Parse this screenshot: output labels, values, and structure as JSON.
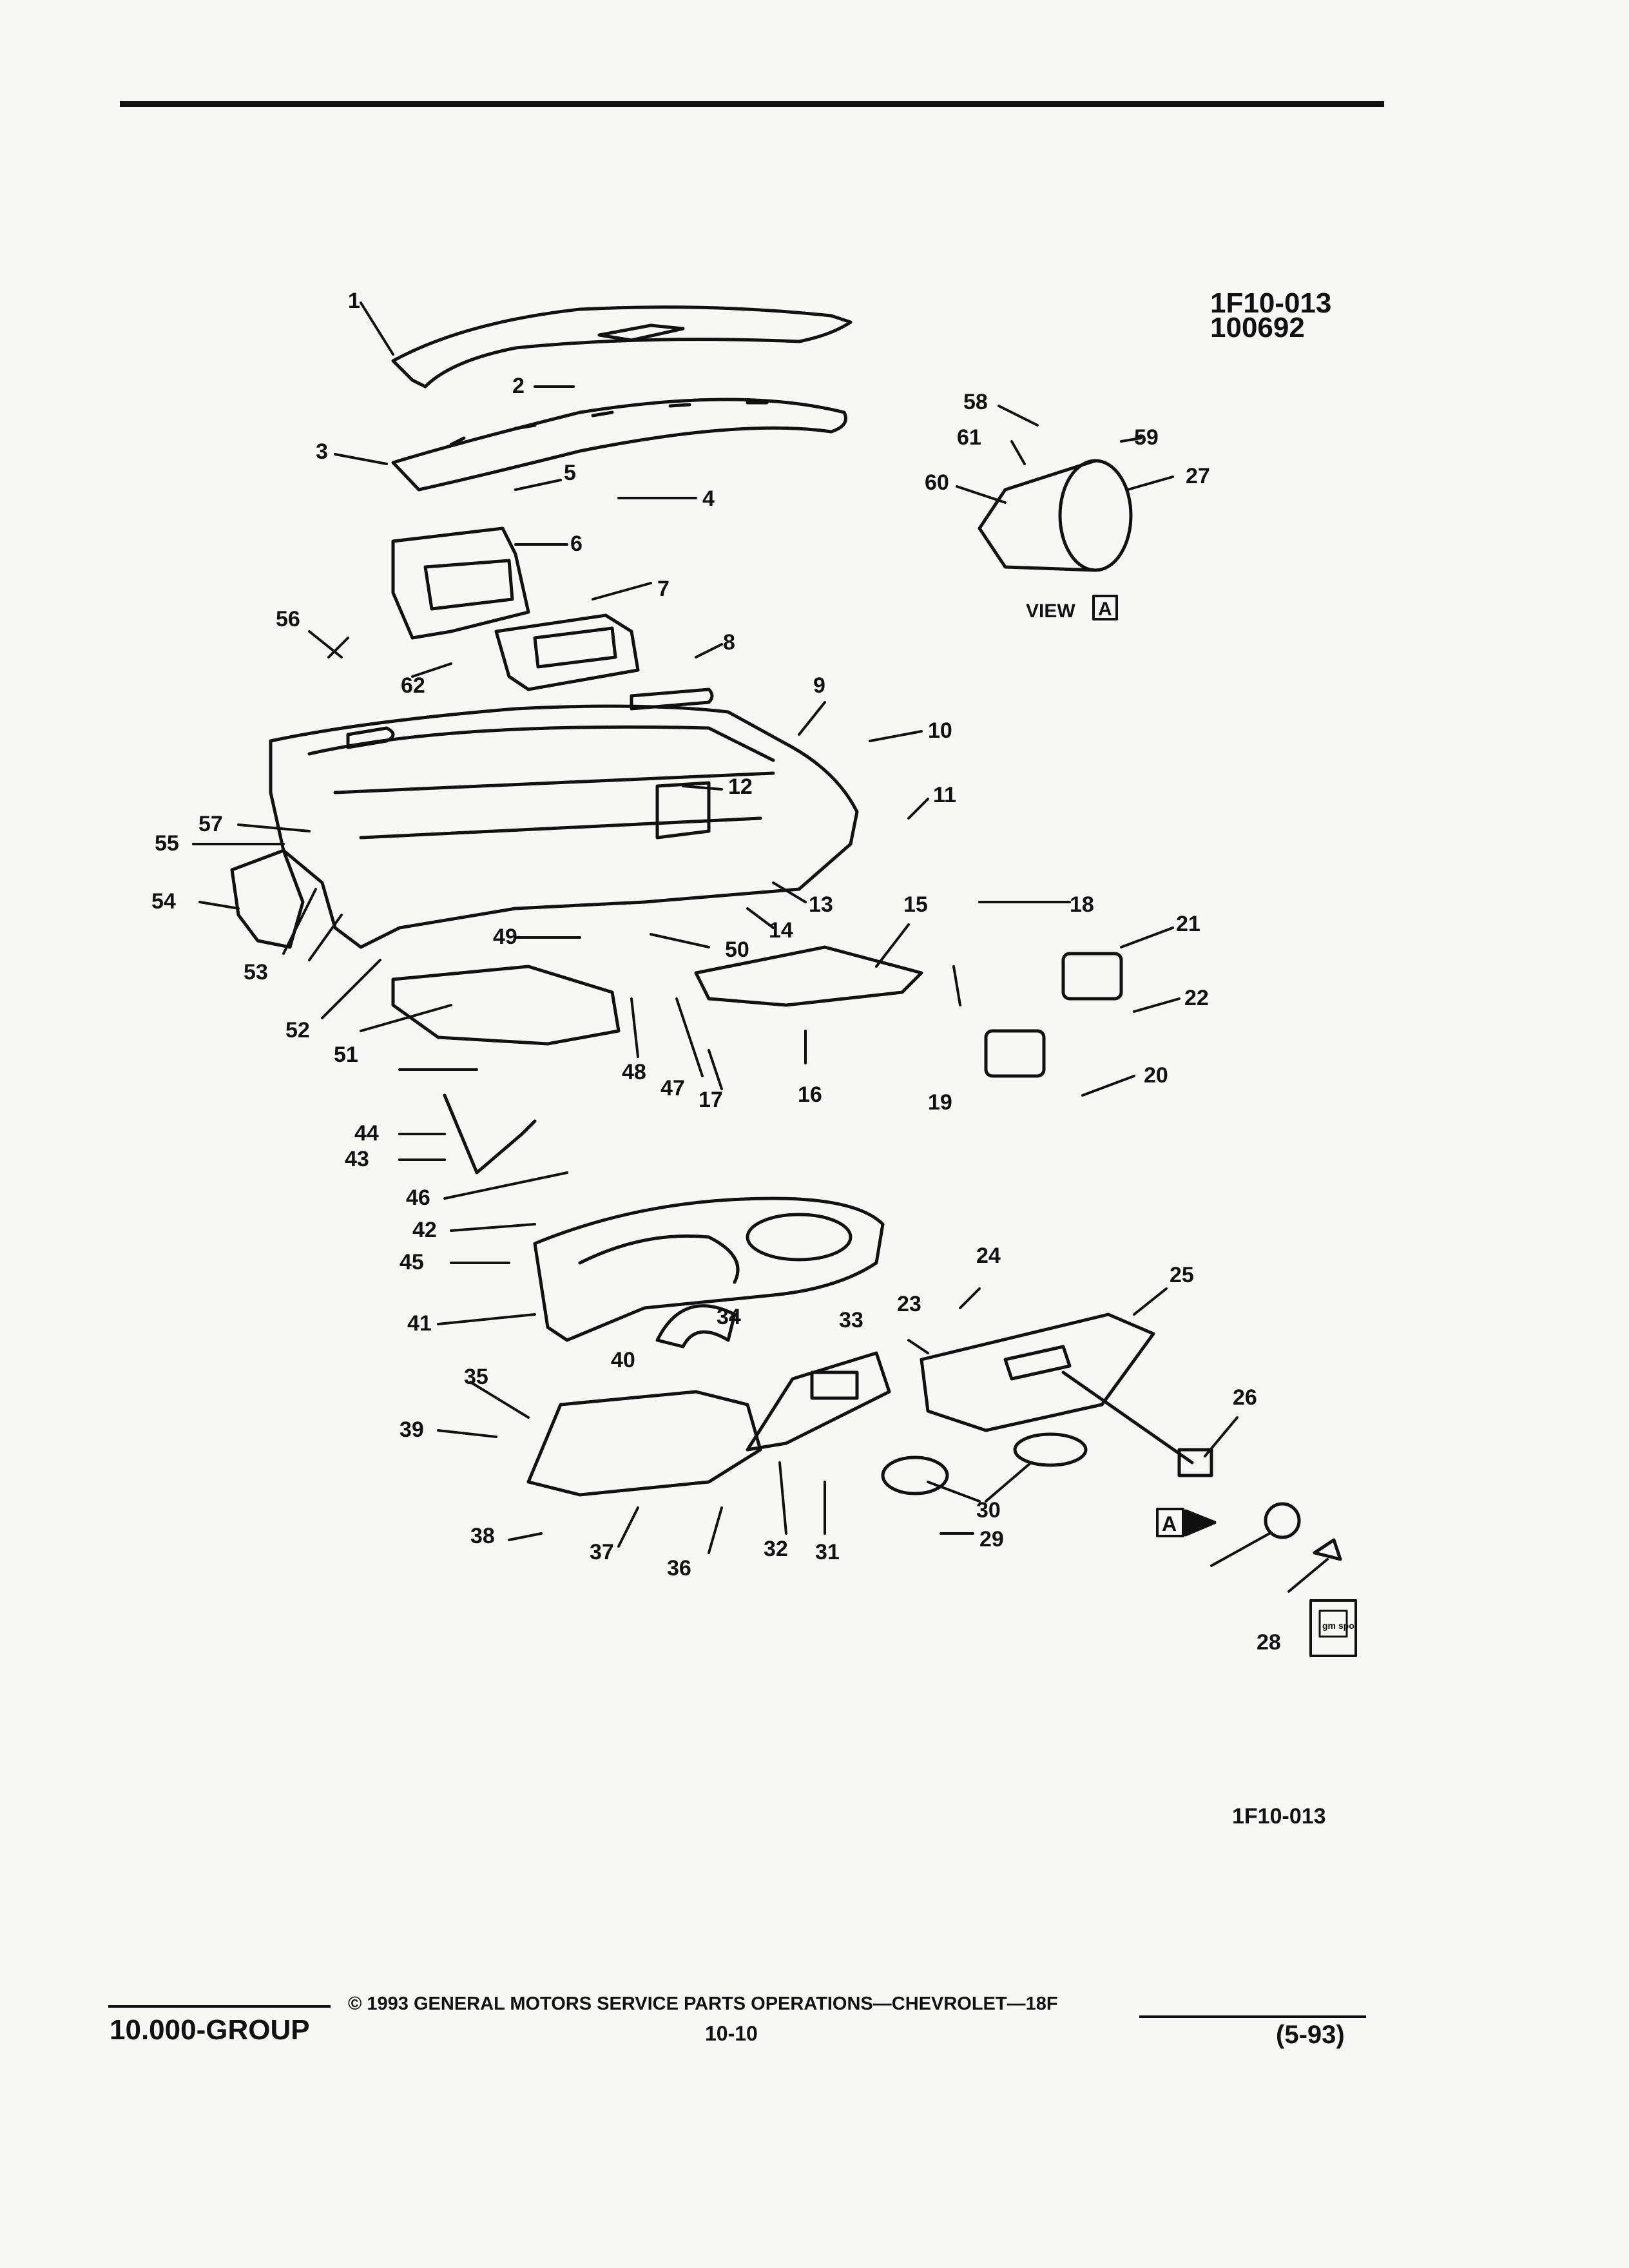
{
  "header": {
    "figure_code": "1F10-013",
    "figure_date": "100692"
  },
  "diagram": {
    "view_label": "VIEW",
    "view_letter": "A",
    "callout_letter": "A",
    "part_numbers": [
      "1",
      "2",
      "3",
      "4",
      "5",
      "6",
      "7",
      "8",
      "9",
      "10",
      "11",
      "12",
      "13",
      "14",
      "15",
      "16",
      "17",
      "18",
      "19",
      "20",
      "21",
      "22",
      "23",
      "24",
      "25",
      "26",
      "27",
      "28",
      "29",
      "30",
      "31",
      "32",
      "33",
      "34",
      "35",
      "36",
      "37",
      "38",
      "39",
      "40",
      "41",
      "42",
      "43",
      "44",
      "45",
      "46",
      "47",
      "48",
      "49",
      "50",
      "51",
      "52",
      "53",
      "54",
      "55",
      "56",
      "57",
      "58",
      "59",
      "60",
      "61",
      "62"
    ],
    "logo_text": "gm spo"
  },
  "bottom_code": "1F10-013",
  "footer": {
    "group": "10.000-GROUP",
    "copyright": "©  1993  GENERAL MOTORS SERVICE PARTS OPERATIONS—CHEVROLET—18F",
    "page": "10-10",
    "date": "(5-93)"
  }
}
